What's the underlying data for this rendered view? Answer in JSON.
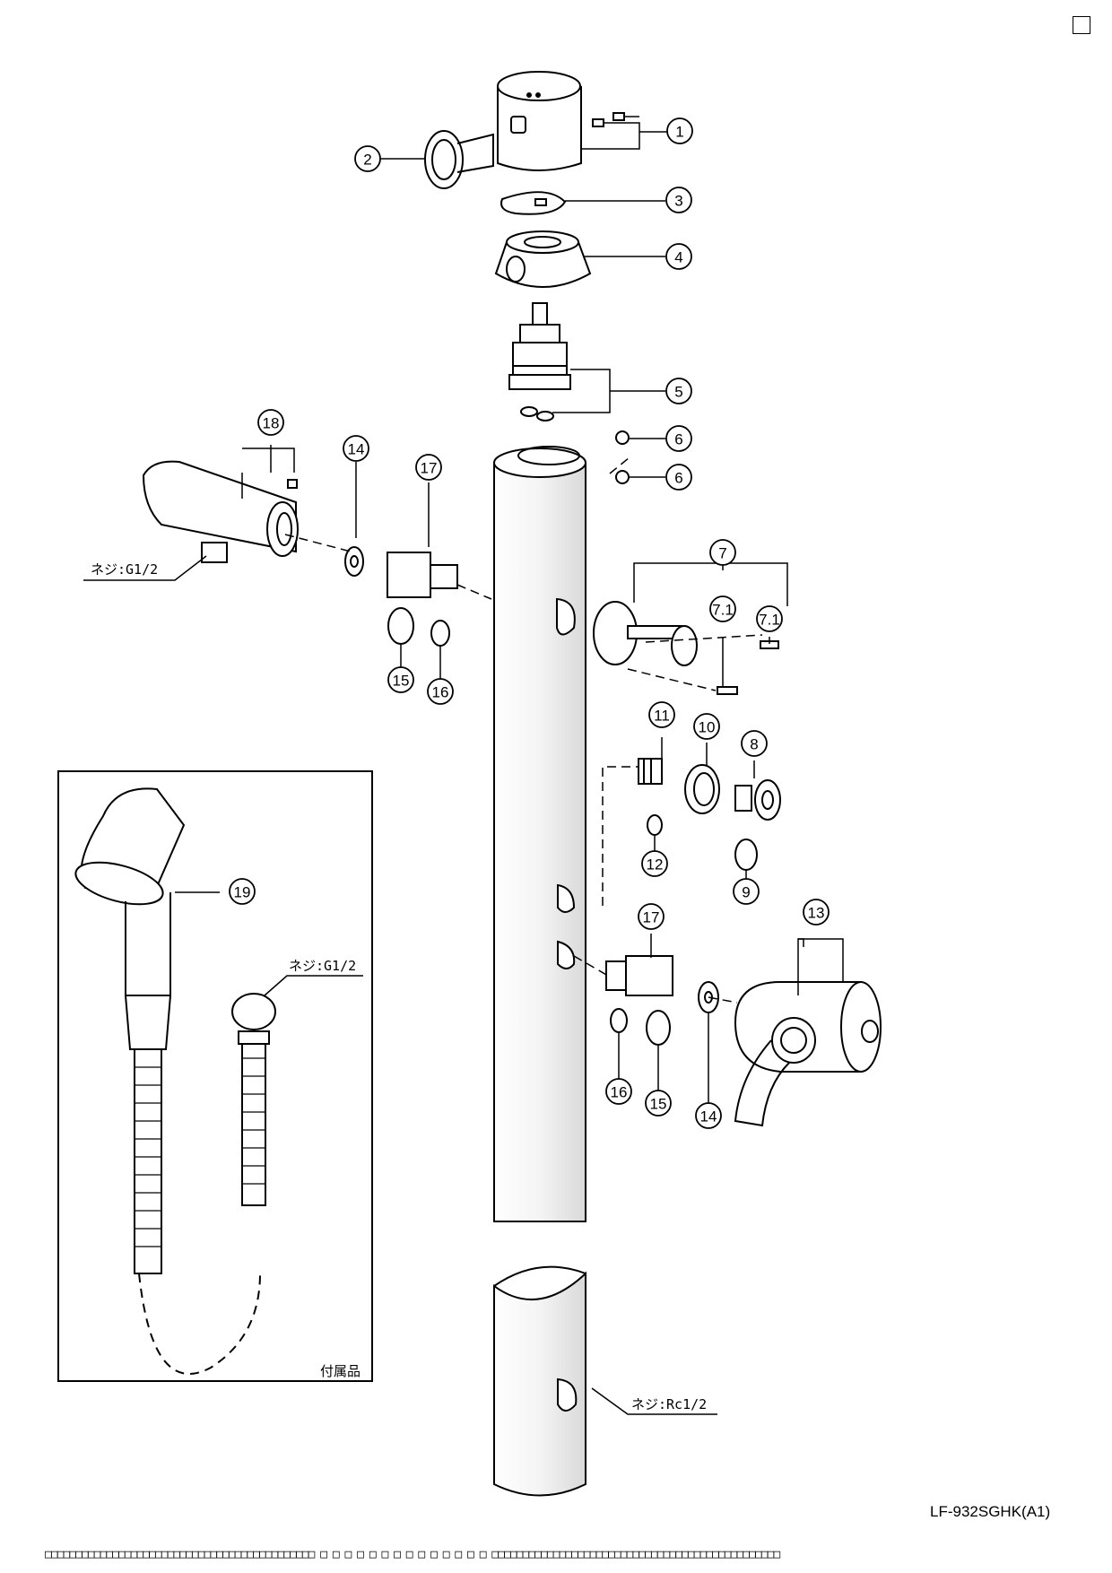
{
  "document": {
    "model_code": "LF-932SGHK(A1)",
    "accessories_label": "付属品",
    "thread_g12_top": "ネジ:G1/2",
    "thread_g12_hose": "ネジ:G1/2",
    "thread_rc12": "ネジ:Rc1/2",
    "footer_text": "□□□□□□□□□□□□□□□□□□□□□□□□□□□□□□□□□□□□□□□□□□□□ □ □ □ □ □ □ □ □ □ □ □ □ □ □ □□□□□□□□□□□□□□□□□□□□□□□□□□□□□□□□□□□□□□□□□□□□□□□"
  },
  "callouts": [
    {
      "id": "c1",
      "label": "1"
    },
    {
      "id": "c2",
      "label": "2"
    },
    {
      "id": "c3",
      "label": "3"
    },
    {
      "id": "c4",
      "label": "4"
    },
    {
      "id": "c5",
      "label": "5"
    },
    {
      "id": "c6a",
      "label": "6"
    },
    {
      "id": "c6b",
      "label": "6"
    },
    {
      "id": "c7",
      "label": "7"
    },
    {
      "id": "c71a",
      "label": "7.1"
    },
    {
      "id": "c71b",
      "label": "7.1"
    },
    {
      "id": "c8",
      "label": "8"
    },
    {
      "id": "c9",
      "label": "9"
    },
    {
      "id": "c10",
      "label": "10"
    },
    {
      "id": "c11",
      "label": "11"
    },
    {
      "id": "c12",
      "label": "12"
    },
    {
      "id": "c13",
      "label": "13"
    },
    {
      "id": "c14a",
      "label": "14"
    },
    {
      "id": "c14b",
      "label": "14"
    },
    {
      "id": "c15a",
      "label": "15"
    },
    {
      "id": "c15b",
      "label": "15"
    },
    {
      "id": "c16a",
      "label": "16"
    },
    {
      "id": "c16b",
      "label": "16"
    },
    {
      "id": "c17a",
      "label": "17"
    },
    {
      "id": "c17b",
      "label": "17"
    },
    {
      "id": "c18",
      "label": "18"
    },
    {
      "id": "c19",
      "label": "19"
    }
  ]
}
